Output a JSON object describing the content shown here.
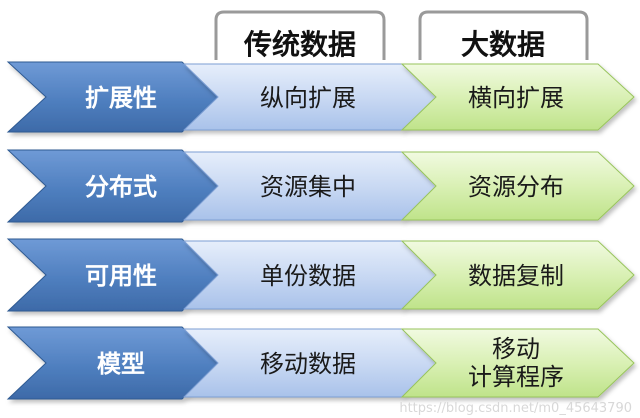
{
  "headers": {
    "traditional": "传统数据",
    "bigdata": "大数据"
  },
  "rows": [
    {
      "label": "扩展性",
      "traditional": "纵向扩展",
      "bigdata": "横向扩展"
    },
    {
      "label": "分布式",
      "traditional": "资源集中",
      "bigdata": "资源分布"
    },
    {
      "label": "可用性",
      "traditional": "单份数据",
      "bigdata": "数据复制"
    },
    {
      "label": "模型",
      "traditional": "移动数据",
      "bigdata": "移动\n计算程序"
    }
  ],
  "watermark": "https://blog.csdn.net/m0_45643790",
  "colors": {
    "row_label_fill": "#4f7fbf",
    "traditional_fill": "#c9d9f3",
    "bigdata_fill": "#d9f0b4",
    "header_border": "#9a9a9a"
  }
}
